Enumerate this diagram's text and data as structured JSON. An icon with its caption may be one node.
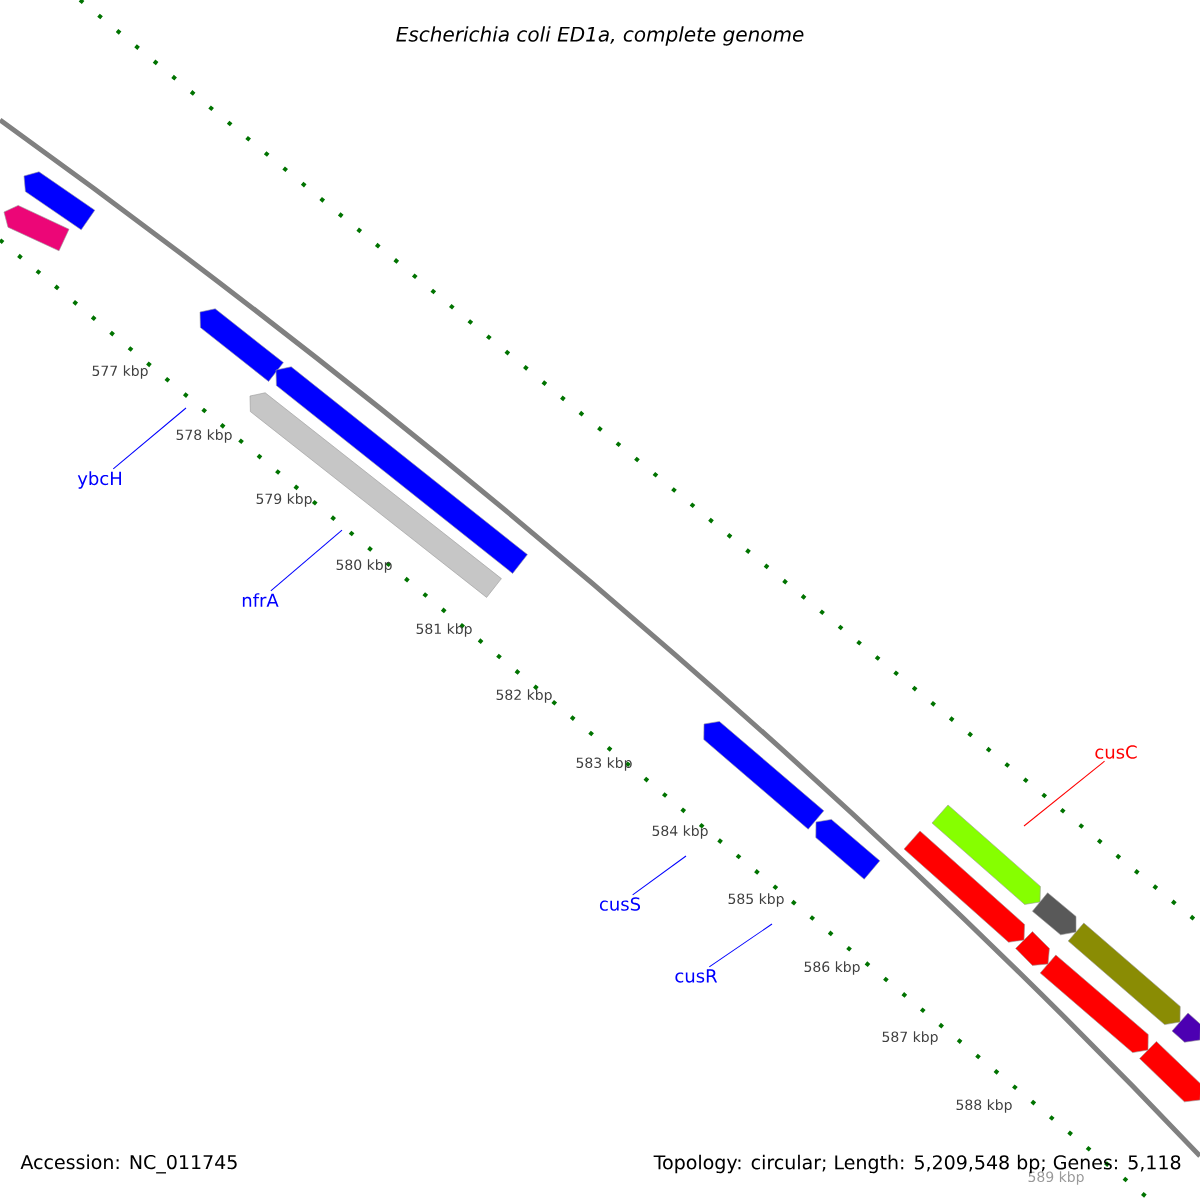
{
  "diagram": {
    "title": "Escherichia coli ED1a, complete genome",
    "nodes": [
      {
        "text": [
          "ybcH"
        ]
      },
      {
        "text": [
          "nfrA"
        ]
      },
      {
        "text": [
          "cusS"
        ]
      },
      {
        "text": [
          "cusR"
        ]
      },
      {
        "text": [
          "cusC"
        ]
      }
    ],
    "edges": [
      {
        "from": 0,
        "to": null,
        "arrow": "none"
      },
      {
        "from": 1,
        "to": null,
        "arrow": "none"
      },
      {
        "from": 2,
        "to": null,
        "arrow": "none"
      },
      {
        "from": 3,
        "to": null,
        "arrow": "none"
      },
      {
        "from": 4,
        "to": null,
        "arrow": "none",
        "color": "#ff0000"
      }
    ],
    "labels": [
      "577 kbp",
      "578 kbp",
      "579 kbp",
      "580 kbp",
      "581 kbp",
      "582 kbp",
      "583 kbp",
      "584 kbp",
      "585 kbp",
      "586 kbp",
      "587 kbp",
      "588 kbp",
      "589 kbp",
      "Accession: NC_011745",
      "Topology: circular; Length: 5,209,548 bp; Genes: 5,118"
    ]
  }
}
